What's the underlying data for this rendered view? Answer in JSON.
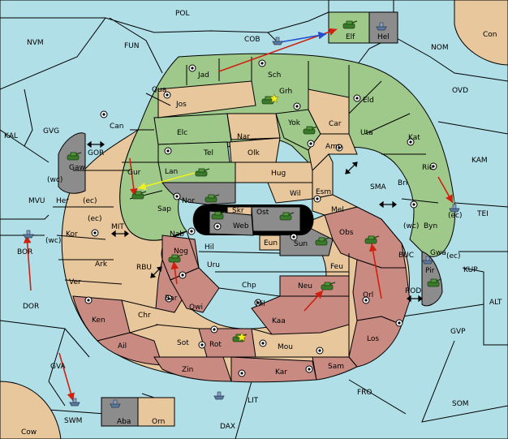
{
  "colors": {
    "sea": "#b0dfe8",
    "green": "#9fc98a",
    "tan": "#e8c79d",
    "red": "#c98a82",
    "grey": "#8c8c8c",
    "black": "#000000",
    "arrow_red": "#d02010",
    "arrow_yellow": "#f0f020",
    "arrow_blue": "#2050d0",
    "unit_green": "#3a7a2a"
  },
  "sea_labels": {
    "pol": "POL",
    "cob": "COB",
    "nom": "NOM",
    "con": "Con",
    "nvm": "NVM",
    "fun": "FUN",
    "ovd": "OVD",
    "kal": "KAL",
    "gvg": "GVG",
    "kam": "KAM",
    "gor": "GOR",
    "mvu": "MVU",
    "sma": "SMA",
    "tei": "TEI",
    "mit": "MIT",
    "bor": "BOR",
    "rbu": "RBU",
    "buc": "BUC",
    "kup": "KUP",
    "dor": "DOR",
    "rod": "ROD",
    "alt": "ALT",
    "gvp": "GVP",
    "gva": "GVA",
    "fro": "FRO",
    "som": "SOM",
    "swm": "SWM",
    "lit": "LIT",
    "dax": "DAX",
    "cow": "Cow"
  },
  "land_labels": {
    "elf": "Elf",
    "hel": "Hel",
    "jad": "Jad",
    "sch": "Sch",
    "qua": "Qua",
    "jos": "Jos",
    "grh": "Grh",
    "eld": "Eld",
    "can": "Can",
    "yok": "Yok",
    "car": "Car",
    "uta": "Uta",
    "elc": "Elc",
    "nar": "Nar",
    "kat": "Kat",
    "tel": "Tel",
    "olk": "Olk",
    "amp": "Amp",
    "gaw": "Gaw",
    "gur": "Gur",
    "lan": "Lan",
    "hug": "Hug",
    "rie": "Rie",
    "bri": "Bri",
    "her": "Her",
    "nor": "Nor",
    "wil": "Wil",
    "esm": "Esm",
    "sap": "Sap",
    "skr": "Skr",
    "ost": "Ost",
    "mel": "Mel",
    "byn": "Byn",
    "kor": "Kor",
    "web": "Web",
    "nab": "Nab",
    "obs": "Obs",
    "gwa": "Gwa",
    "eun": "Eun",
    "sun": "Sun",
    "hil": "Hil",
    "nog": "Nog",
    "ark": "Ark",
    "pir": "Pir",
    "uru": "Uru",
    "feu": "Feu",
    "ver": "Ver",
    "chp": "Chp",
    "neu": "Neu",
    "bar": "Bar",
    "nil": "Nil",
    "orl": "Orl",
    "qwi": "Qwi",
    "chr": "Chr",
    "ken": "Ken",
    "kaa": "Kaa",
    "los": "Los",
    "sot": "Sot",
    "ail": "Ail",
    "rot": "Rot",
    "mou": "Mou",
    "sam": "Sam",
    "zin": "Zin",
    "kar": "Kar",
    "aba": "Aba",
    "orn": "Orn"
  },
  "coast_labels": {
    "wc1": "(wc)",
    "ec1": "(ec)",
    "ec2": "(ec)",
    "wc2": "(wc)",
    "ec3": "(ec)",
    "wc3": "(wc)",
    "ec4": "(ec)"
  },
  "icons": {
    "army": "tank-icon",
    "fleet": "boat-icon",
    "supply_center": "supply-center-icon",
    "star": "star-icon",
    "double_arrow": "double-arrow-icon"
  }
}
